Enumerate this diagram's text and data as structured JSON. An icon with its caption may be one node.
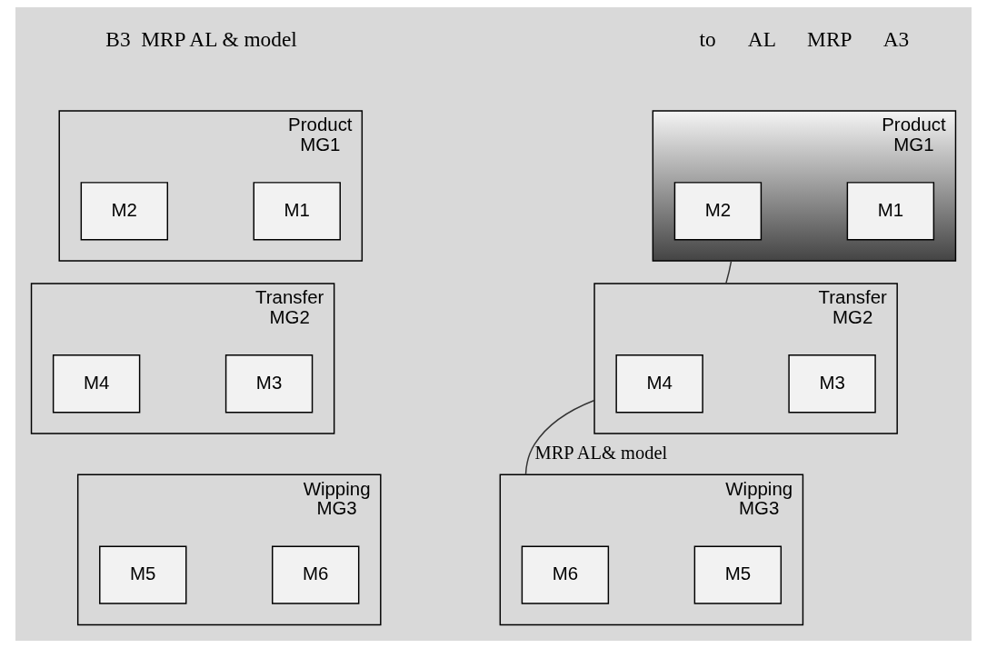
{
  "diagram": {
    "nodes": [
      {
        "text": [
          "Product",
          "MG1"
        ]
      },
      {
        "text": [
          "M2"
        ],
        "in": 0
      },
      {
        "text": [
          "M1"
        ],
        "in": 0
      },
      {
        "text": [
          "Product",
          "MG1"
        ]
      },
      {
        "text": [
          "M2"
        ],
        "in": 3
      },
      {
        "text": [
          "M1"
        ],
        "in": 3
      },
      {
        "text": [
          "Transfer",
          "MG2"
        ]
      },
      {
        "text": [
          "M4"
        ],
        "in": 6
      },
      {
        "text": [
          "M3"
        ],
        "in": 6
      },
      {
        "text": [
          "Transfer",
          "MG2"
        ]
      },
      {
        "text": [
          "M4"
        ],
        "in": 9
      },
      {
        "text": [
          "M3"
        ],
        "in": 9
      },
      {
        "text": [
          "Wipping",
          "MG3"
        ]
      },
      {
        "text": [
          "M6"
        ],
        "in": 12
      },
      {
        "text": [
          "M5"
        ],
        "in": 12
      },
      {
        "text": [
          "Wipping",
          "MG3"
        ]
      },
      {
        "text": [
          "M6"
        ],
        "in": 15
      },
      {
        "text": [
          "M5"
        ],
        "in": 15
      }
    ],
    "edges": [
      {
        "from": 3,
        "to": 9,
        "arrow": "none"
      },
      {
        "from": 9,
        "to": 15,
        "arrow": "none",
        "label": "MRP AL& model"
      }
    ],
    "labels": [
      "B3  MRP AL & model",
      "to      AL      MRP      A3"
    ]
  }
}
